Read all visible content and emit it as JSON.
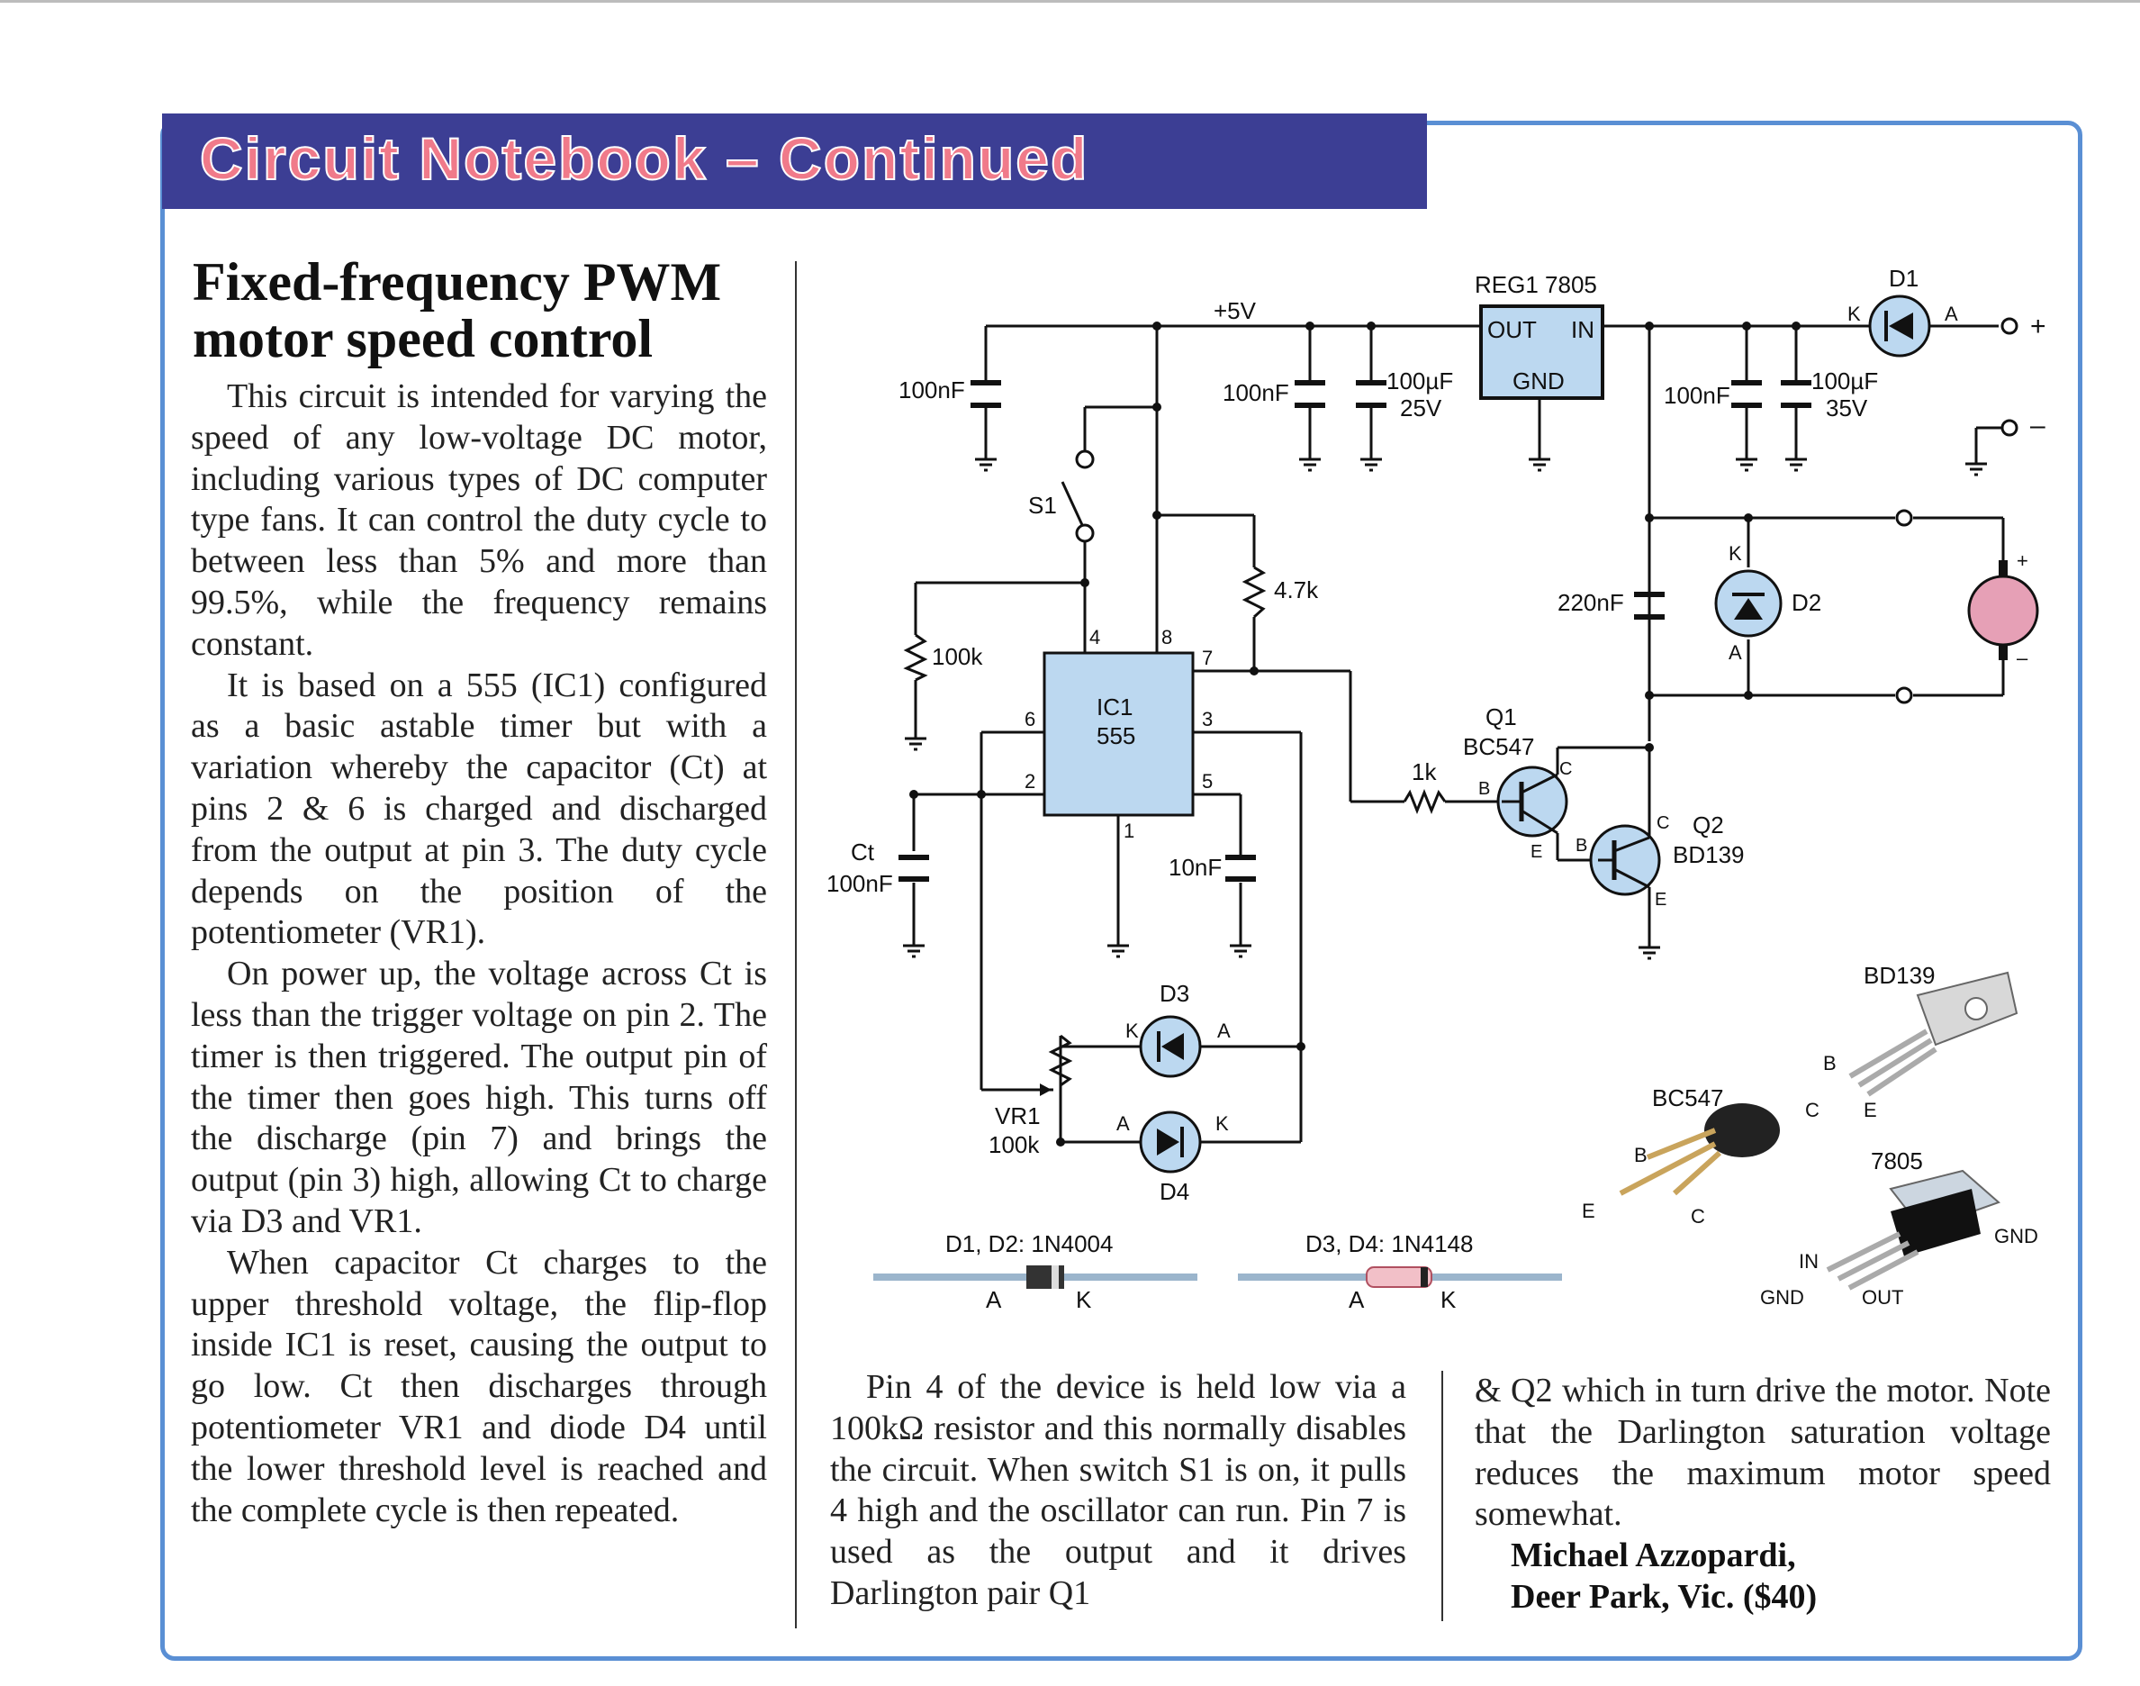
{
  "banner": {
    "title": "Circuit Notebook – Continued"
  },
  "article": {
    "title": "Fixed-frequency PWM motor speed control",
    "left_paragraphs": [
      "This circuit is intended for varying the speed of any low-voltage DC motor, including various types of DC computer type fans. It can control the duty cycle to between less than 5% and more than 99.5%, while the frequency remains constant.",
      "It is based on a 555 (IC1) configured as a basic astable timer but with a variation whereby the capacitor (Ct) at pins 2 & 6 is charged and discharged from the output at pin 3. The duty cycle depends on the position of the potentiometer (VR1).",
      "On power up, the voltage across Ct is less than the trigger voltage on pin 2. The timer is then triggered. The output pin of the timer then goes high. This turns off the discharge (pin 7) and brings the output (pin 3) high, allowing Ct to charge via D3 and VR1.",
      "When capacitor Ct charges to the upper threshold voltage, the flip-flop inside IC1 is reset, causing the output to go low. Ct then discharges through potentiometer VR1 and diode D4 until the lower threshold level is reached and the complete cycle is then repeated."
    ],
    "mid_paragraph": "Pin 4 of the device is held low via a 100kΩ resistor and this normally disables the circuit. When switch S1 is on, it pulls 4 high and the oscillator can run. Pin 7 is used as the output and it drives Darlington pair Q1",
    "right_paragraph": "& Q2 which in turn drive the motor. Note that the Darlington saturation voltage reduces the maximum motor speed somewhat.",
    "author": "Michael Azzopardi,",
    "location": "Deer Park, Vic. ($40)"
  },
  "schematic": {
    "supply_label": "+5V",
    "reg": {
      "name": "REG1  7805",
      "out": "OUT",
      "in": "IN",
      "gnd": "GND"
    },
    "caps": {
      "c_left": "100nF",
      "c_mid": "100nF",
      "c_bulk1": "100µF",
      "c_bulk1_v": "25V",
      "c_right": "100nF",
      "c_bulk2": "100µF",
      "c_bulk2_v": "35V",
      "c_220": "220nF",
      "ct_name": "Ct",
      "ct_val": "100nF",
      "c_10": "10nF"
    },
    "res": {
      "r47": "4.7k",
      "r100": "100k",
      "r1k": "1k"
    },
    "ic": {
      "name": "IC1",
      "part": "555",
      "pins": [
        "4",
        "8",
        "7",
        "6",
        "3",
        "2",
        "5",
        "1"
      ]
    },
    "switch": "S1",
    "vr": {
      "name": "VR1",
      "val": "100k"
    },
    "diodes": {
      "d1": "D1",
      "d2": "D2",
      "d3": "D3",
      "d4": "D4",
      "k": "K",
      "a": "A"
    },
    "q1": {
      "name": "Q1",
      "part": "BC547",
      "b": "B",
      "c": "C",
      "e": "E"
    },
    "q2": {
      "name": "Q2",
      "part": "BD139",
      "b": "B",
      "c": "C",
      "e": "E"
    },
    "terminals": {
      "plus": "+",
      "minus": "–"
    },
    "parts_legend": {
      "d12": "D1, D2: 1N4004",
      "d34": "D3, D4: 1N4148",
      "bc547": "BC547",
      "bd139": "BD139",
      "r7805": "7805",
      "pin_in": "IN",
      "pin_gnd": "GND",
      "pin_out": "OUT"
    }
  },
  "colors": {
    "banner_bg": "#3c3e94",
    "banner_text": "#f07a8a",
    "frame": "#5a8fd4",
    "component_fill": "#bcd8f0",
    "motor_fill": "#e6a0b6"
  }
}
